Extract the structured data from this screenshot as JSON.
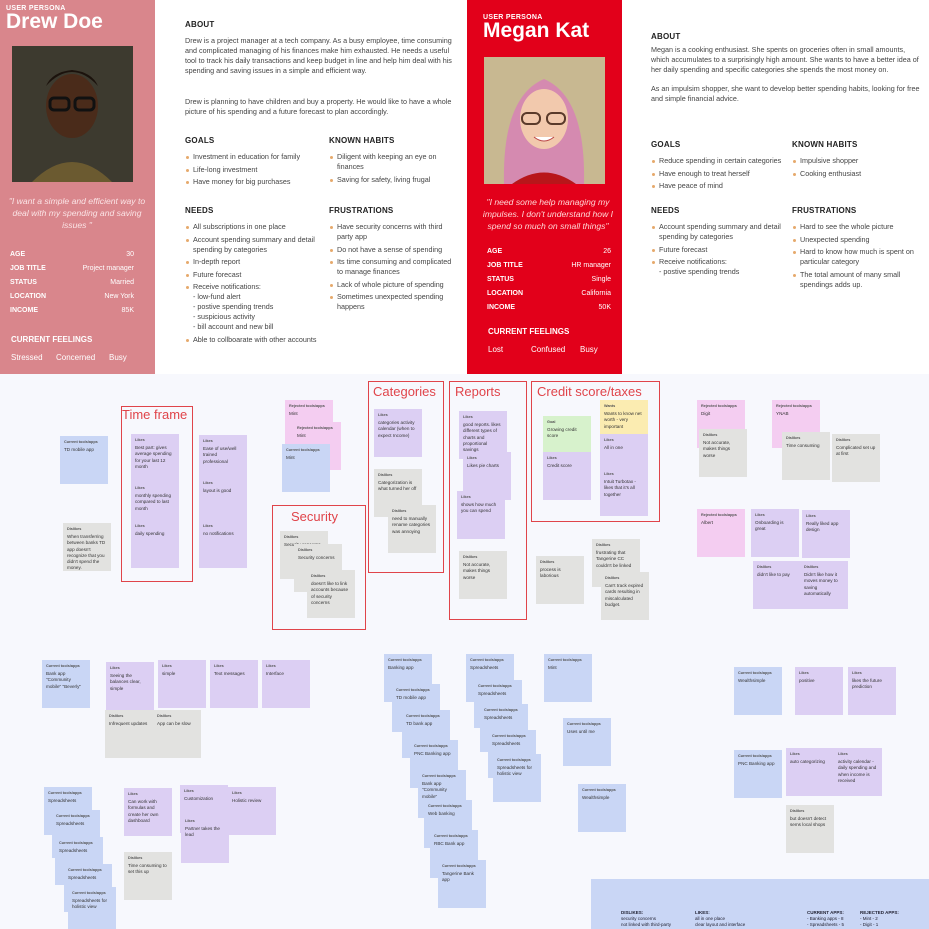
{
  "persona1": {
    "tag": "USER PERSONA",
    "name": "Drew Doe",
    "quote": "\"I want a simple and efficient way to deal with my spending and saving issues \"",
    "fields": [
      {
        "k": "AGE",
        "v": "30"
      },
      {
        "k": "JOB TITLE",
        "v": "Project manager"
      },
      {
        "k": "STATUS",
        "v": "Married"
      },
      {
        "k": "LOCATION",
        "v": "New York"
      },
      {
        "k": "INCOME",
        "v": "85K"
      }
    ],
    "feelings_title": "CURRENT FEELINGS",
    "feelings": [
      "Stressed",
      "Concerned",
      "Busy"
    ],
    "about_title": "ABOUT",
    "about": [
      "Drew is a project manager at a tech company. As a busy employee, time consuming and complicated managing of his finances make him exhausted. He needs a useful tool to track his daily transactions and keep budget in line and help him deal with his spending and saving issues in a simple and efficient way.",
      "Drew is planning to have children and buy a property. He would like to have a whole picture of his spending and a future forecast to plan accordingly."
    ],
    "goals_title": "GOALS",
    "goals": [
      "Investment in education for family",
      "Life-long investment",
      "Have money for big purchases"
    ],
    "habits_title": "KNOWN HABITS",
    "habits": [
      "Diligent with keeping an eye on finances",
      "Saving for safety, living frugal"
    ],
    "needs_title": "NEEDS",
    "needs": [
      "All subscriptions in one place",
      "Account spending summary and detail spending by categories",
      "In-depth report",
      "Future forecast",
      "Receive notifications:\n - low-fund alert\n - postive spending trends\n - suspicious activity\n - bill account and new bill",
      "Able to collboarate with other accounts"
    ],
    "frust_title": "FRUSTRATIONS",
    "frust": [
      "Have security concerns with third party app",
      "Do not have a sense of spending",
      "Its time consuming and complicated to manage finances",
      "Lack of whole picture of spending",
      "Sometimes unexpected spending happens"
    ]
  },
  "persona2": {
    "tag": "USER PERSONA",
    "name": "Megan Kat",
    "quote": "\"I need some help managing my impulses. I don't understand how I spend so much on small things\"",
    "fields": [
      {
        "k": "AGE",
        "v": "26"
      },
      {
        "k": "JOB TITLE",
        "v": "HR manager"
      },
      {
        "k": "STATUS",
        "v": "Single"
      },
      {
        "k": "LOCATION",
        "v": "California"
      },
      {
        "k": "INCOME",
        "v": "50K"
      }
    ],
    "feelings_title": "CURRENT FEELINGS",
    "feelings": [
      "Lost",
      "Confused",
      "Busy"
    ],
    "about_title": "ABOUT",
    "about": [
      "Megan is a cooking enthusiast. She spents on groceries often in small amounts, which accumulates to a surprisingly high amount. She wants to have a better idea of her daily spending and specific categories she spends the most money on.",
      "As an impulsim shopper, she want to develop better spending habits, looking for free and simple financial advice."
    ],
    "goals_title": "GOALS",
    "goals": [
      "Reduce spending in certain categories",
      "Have enough to treat herself",
      "Have peace of mind"
    ],
    "habits_title": "KNOWN HABITS",
    "habits": [
      "Impulsive shopper",
      "Cooking enthusiast"
    ],
    "needs_title": "NEEDS",
    "needs": [
      "Account spending summary and detail spending by categories",
      "Future forecast",
      "Receive notifications:\n - postive spending trends"
    ],
    "frust_title": "FRUSTRATIONS",
    "frust": [
      "Hard to see the whole picture",
      "Unexpected spending",
      "Hard to know how much is spent on particular category",
      "The total amount of many small spendings adds up."
    ]
  },
  "board": {
    "groups": [
      "Time frame",
      "Security",
      "Categories",
      "Reports",
      "Credit score/taxes"
    ],
    "summary": {
      "dislikes_title": "DISLIKES:",
      "dislikes": "security concerns\nnot linked with third-party",
      "likes_title": "LIKES:",
      "likes": "all in one place\nclear layout and interface",
      "current_title": "CURRENT APPS:",
      "current": "- Banking apps - 8\n- Spreadsheets - 5",
      "rejected_title": "REJECTED APPS:",
      "rejected": "- Mint - 2\n- Digit - 1"
    },
    "notes": [
      {
        "c": "b",
        "hd": "Current tools/apps",
        "t": "TD mobile app"
      },
      {
        "c": "g",
        "hd": "Dislikes",
        "t": "When transferring between banks TD app doesn't recognize that you didn't spend the money."
      },
      {
        "c": "u",
        "hd": "Likes",
        "t": "Best part: gives average spending for your last 12 month"
      },
      {
        "c": "u",
        "hd": "Likes",
        "t": "monthly spending compared to last month"
      },
      {
        "c": "u",
        "hd": "Likes",
        "t": "daily spending"
      },
      {
        "c": "u",
        "hd": "Likes",
        "t": "Ease of use/well trained professional"
      },
      {
        "c": "u",
        "hd": "Likes",
        "t": "layout is good"
      },
      {
        "c": "u",
        "hd": "Likes",
        "t": "no notifications"
      },
      {
        "c": "k",
        "hd": "Rejected tools/apps",
        "t": "Mint"
      },
      {
        "c": "k",
        "hd": "Rejected tools/apps",
        "t": "Mint"
      },
      {
        "c": "b",
        "hd": "Current tools/apps",
        "t": "Mint"
      },
      {
        "c": "g",
        "hd": "Dislikes",
        "t": "Security concerns"
      },
      {
        "c": "g",
        "hd": "Dislikes",
        "t": "Security concerns"
      },
      {
        "c": "g",
        "hd": "Dislikes",
        "t": "doesn't like to link accounts because of security concerns"
      },
      {
        "c": "u",
        "hd": "Likes",
        "t": "categories activity calendar (when to expect Income)"
      },
      {
        "c": "g",
        "hd": "Dislikes",
        "t": "Categorization is what turned her off"
      },
      {
        "c": "g",
        "hd": "Dislikes",
        "t": "need to manually rename categories was annoying"
      },
      {
        "c": "u",
        "hd": "Likes",
        "t": "good reports. likes different types of charts and proportional savings"
      },
      {
        "c": "u",
        "hd": "Likes",
        "t": "Likes pie charts"
      },
      {
        "c": "u",
        "hd": "Likes",
        "t": "shows how much you can spend"
      },
      {
        "c": "g",
        "hd": "Dislikes",
        "t": "Not accurate, makes things worse"
      },
      {
        "c": "gr",
        "hd": "Goal",
        "t": "Growing credit score"
      },
      {
        "c": "u",
        "hd": "Likes",
        "t": "Credit score"
      },
      {
        "c": "y",
        "hd": "Wants",
        "t": "Wants to know net worth - very important"
      },
      {
        "c": "u",
        "hd": "Likes",
        "t": "All in one"
      },
      {
        "c": "u",
        "hd": "Likes",
        "t": "Intuit Turbotax - likes that it's all together"
      },
      {
        "c": "g",
        "hd": "Dislikes",
        "t": "process is laborious"
      },
      {
        "c": "g",
        "hd": "Dislikes",
        "t": "frustrating that Tangerine CC couldn't be linked"
      },
      {
        "c": "g",
        "hd": "Dislikes",
        "t": "Can't track expired cards resulting in miscalculated budget."
      },
      {
        "c": "k",
        "hd": "Rejected tools/apps",
        "t": "Digit"
      },
      {
        "c": "g",
        "hd": "Dislikes",
        "t": "Not accurate, makes things worse"
      },
      {
        "c": "k",
        "hd": "Rejected tools/apps",
        "t": "YNAB"
      },
      {
        "c": "g",
        "hd": "Dislikes",
        "t": "Time consuming"
      },
      {
        "c": "g",
        "hd": "Dislikes",
        "t": "Complicated set up at first"
      },
      {
        "c": "k",
        "hd": "Rejected tools/apps",
        "t": "Albert"
      },
      {
        "c": "u",
        "hd": "Likes",
        "t": "Onboarding is great"
      },
      {
        "c": "u",
        "hd": "Likes",
        "t": "Really liked app design"
      },
      {
        "c": "u",
        "hd": "Dislikes",
        "t": "didn't like to pay"
      },
      {
        "c": "u",
        "hd": "Dislikes",
        "t": "Didn't like how it moves money to saving automatically"
      },
      {
        "c": "b",
        "hd": "Current tools/apps",
        "t": "Bank app \"Community mobile\" \"Beverly\""
      },
      {
        "c": "u",
        "hd": "Likes",
        "t": "Seeing the balances clear, simple"
      },
      {
        "c": "u",
        "hd": "Likes",
        "t": "simple"
      },
      {
        "c": "u",
        "hd": "Likes",
        "t": "Text messages"
      },
      {
        "c": "u",
        "hd": "Likes",
        "t": "Interface"
      },
      {
        "c": "g",
        "hd": "Dislikes",
        "t": "Infrequent updates"
      },
      {
        "c": "g",
        "hd": "Dislikes",
        "t": "App can be slow"
      },
      {
        "c": "b",
        "hd": "Current tools/apps",
        "t": "Spreadsheets"
      },
      {
        "c": "b",
        "hd": "Current tools/apps",
        "t": "Spreadsheets"
      },
      {
        "c": "b",
        "hd": "Current tools/apps",
        "t": "Spreadsheets"
      },
      {
        "c": "b",
        "hd": "Current tools/apps",
        "t": "Spreadsheets"
      },
      {
        "c": "b",
        "hd": "Current tools/apps",
        "t": "Spreadsheets for holistic view"
      },
      {
        "c": "u",
        "hd": "Likes",
        "t": "Can work with formulas and create her own dashboard"
      },
      {
        "c": "u",
        "hd": "Likes",
        "t": "Customization"
      },
      {
        "c": "u",
        "hd": "Likes",
        "t": "Partner takes the lead"
      },
      {
        "c": "u",
        "hd": "Likes",
        "t": "Holistic review"
      },
      {
        "c": "g",
        "hd": "Dislikes",
        "t": "Time consuming to set this up"
      },
      {
        "c": "b",
        "hd": "Current tools/apps",
        "t": "Banking app"
      },
      {
        "c": "b",
        "hd": "Current tools/apps",
        "t": "TD mobile app"
      },
      {
        "c": "b",
        "hd": "Current tools/apps",
        "t": "TD bank app"
      },
      {
        "c": "b",
        "hd": "Current tools/apps",
        "t": "PNC Banking app"
      },
      {
        "c": "b",
        "hd": "Current tools/apps",
        "t": "Bank app \"Community mobile\""
      },
      {
        "c": "b",
        "hd": "Current tools/apps",
        "t": "Web banking"
      },
      {
        "c": "b",
        "hd": "Current tools/apps",
        "t": "RBC Bank app"
      },
      {
        "c": "b",
        "hd": "Current tools/apps",
        "t": "Tangerine Bank app"
      },
      {
        "c": "b",
        "hd": "Current tools/apps",
        "t": "Spreadsheets"
      },
      {
        "c": "b",
        "hd": "Current tools/apps",
        "t": "Spreadsheets"
      },
      {
        "c": "b",
        "hd": "Current tools/apps",
        "t": "Spreadsheets"
      },
      {
        "c": "b",
        "hd": "Current tools/apps",
        "t": "Spreadsheets"
      },
      {
        "c": "b",
        "hd": "Current tools/apps",
        "t": "Spreadsheets for holistic view"
      },
      {
        "c": "b",
        "hd": "Current tools/apps",
        "t": "Mint"
      },
      {
        "c": "b",
        "hd": "Current tools/apps",
        "t": "Uses until me"
      },
      {
        "c": "b",
        "hd": "Current tools/apps",
        "t": "Wealthsimple"
      },
      {
        "c": "b",
        "hd": "Current tools/apps",
        "t": "Wealthsimple"
      },
      {
        "c": "u",
        "hd": "Likes",
        "t": "positive"
      },
      {
        "c": "u",
        "hd": "Likes",
        "t": "likes the future prediction"
      },
      {
        "c": "b",
        "hd": "Current tools/apps",
        "t": "PNC Banking app"
      },
      {
        "c": "u",
        "hd": "Likes",
        "t": "auto categorizing"
      },
      {
        "c": "u",
        "hd": "Likes",
        "t": "activity calendar - daily spending and when income is received"
      },
      {
        "c": "g",
        "hd": "Dislikes",
        "t": "but doesn't detect sems local shops"
      }
    ]
  }
}
